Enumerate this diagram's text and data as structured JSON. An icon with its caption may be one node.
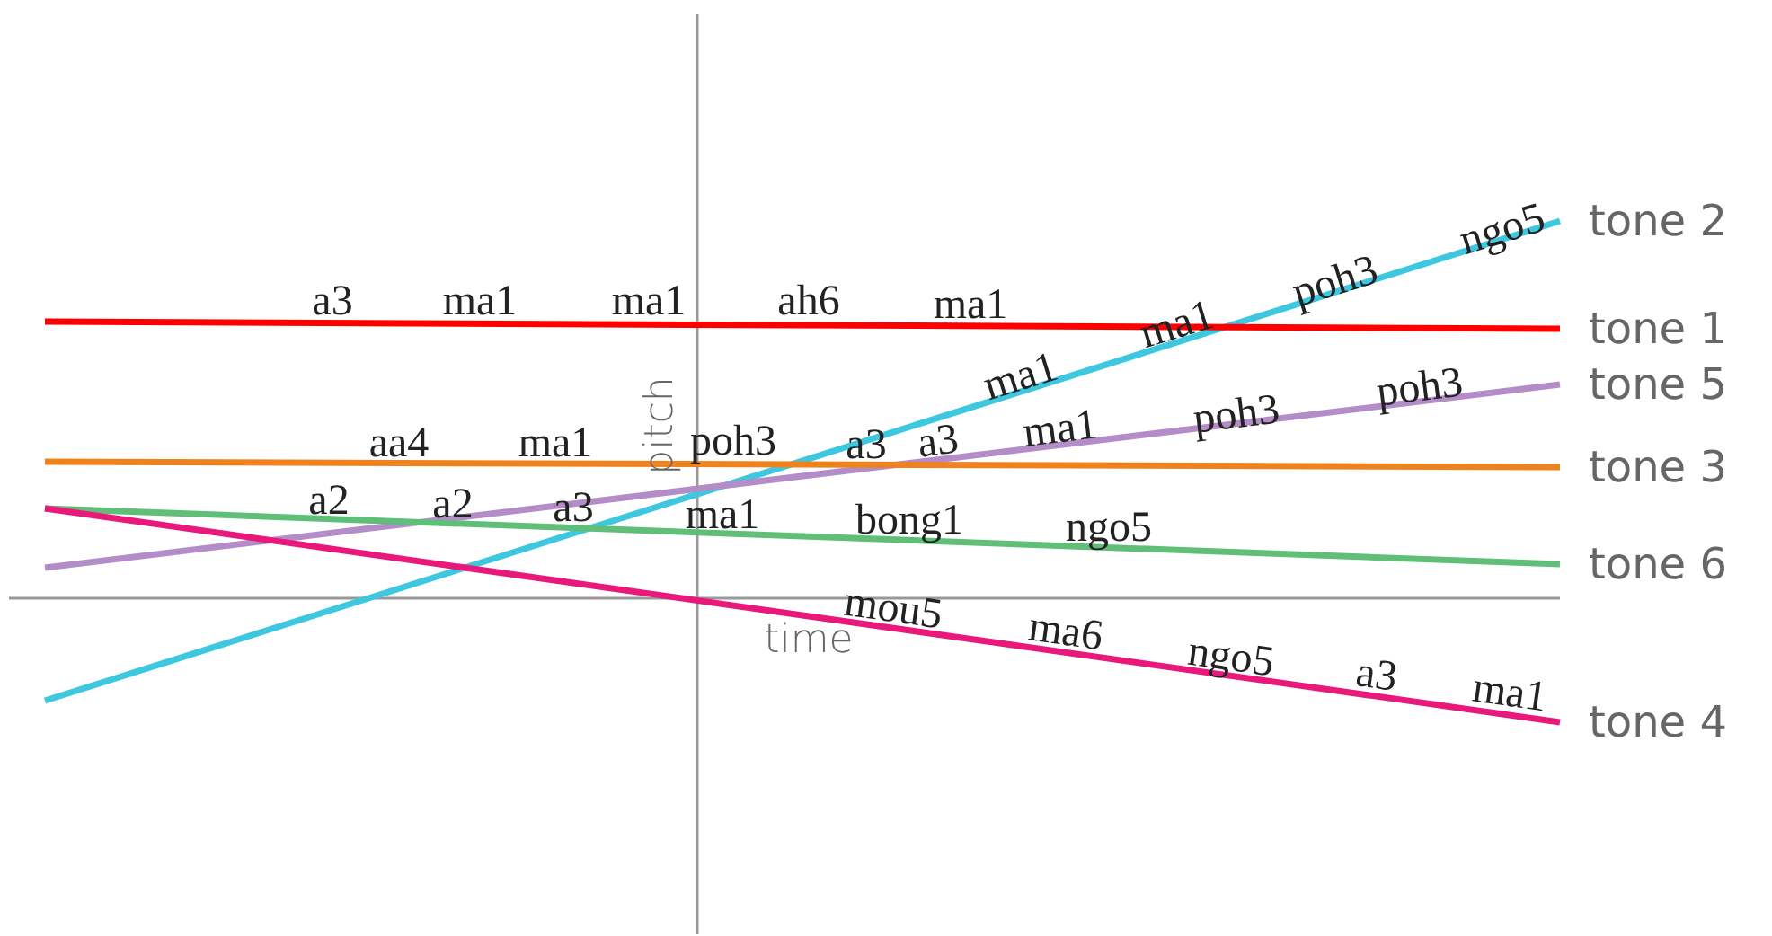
{
  "diagram": {
    "nodes": [
      {
        "text": [
          "tone 2"
        ]
      },
      {
        "text": [
          "tone 1"
        ]
      },
      {
        "text": [
          "tone 5"
        ]
      },
      {
        "text": [
          "tone 3"
        ]
      },
      {
        "text": [
          "tone 6"
        ]
      },
      {
        "text": [
          "tone 4"
        ]
      }
    ],
    "edges": [
      {
        "from": null,
        "to": 0,
        "arrow": "none",
        "color": "#3ec8e0"
      },
      {
        "from": null,
        "to": 1,
        "arrow": "none",
        "color": "#ff0000"
      },
      {
        "from": null,
        "to": 2,
        "arrow": "none",
        "color": "#b48cc8"
      },
      {
        "from": null,
        "to": 3,
        "arrow": "none",
        "color": "#f0821e"
      },
      {
        "from": null,
        "to": 4,
        "arrow": "none",
        "color": "#5fbf78"
      },
      {
        "from": null,
        "to": 5,
        "arrow": "none",
        "color": "#e8197a"
      }
    ],
    "labels": [
      "ngo5",
      "poh3",
      "a3",
      "ma1",
      "ma1",
      "ah6",
      "ma1",
      "ma1",
      "ma1",
      "poh3",
      "poh3",
      "aa4",
      "ma1",
      "pitch",
      "poh3",
      "a3",
      "a3",
      "ma1",
      "a2",
      "a2",
      "a3",
      "ma1",
      "bong1",
      "ngo5",
      "mou5",
      "time",
      "ma6",
      "ngo5",
      "a3",
      "ma1"
    ]
  }
}
